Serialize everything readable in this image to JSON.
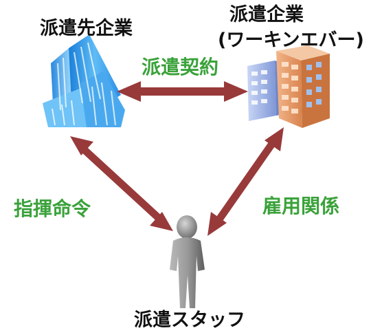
{
  "nodes": {
    "client_company": {
      "label": "派遣先企業"
    },
    "dispatch_company": {
      "label_line1": "派遣企業",
      "label_line2": "(ワーキンエバー)"
    },
    "staff": {
      "label": "派遣スタッフ"
    }
  },
  "relations": {
    "contract": {
      "label": "派遣契約"
    },
    "command": {
      "label": "指揮命令"
    },
    "employment": {
      "label": "雇用関係"
    }
  },
  "colors": {
    "arrow": "#983a3a",
    "relation_text": "#3aa23a",
    "node_text": "#111111",
    "tower_blue": "#3aa6f0",
    "building_orange": "#e69a66",
    "building_blue": "#9fb2e4",
    "person_gray": "#8a8a8a"
  },
  "icons": {
    "client_company": "skyscraper-icon",
    "dispatch_company": "office-buildings-icon",
    "staff": "person-icon"
  }
}
